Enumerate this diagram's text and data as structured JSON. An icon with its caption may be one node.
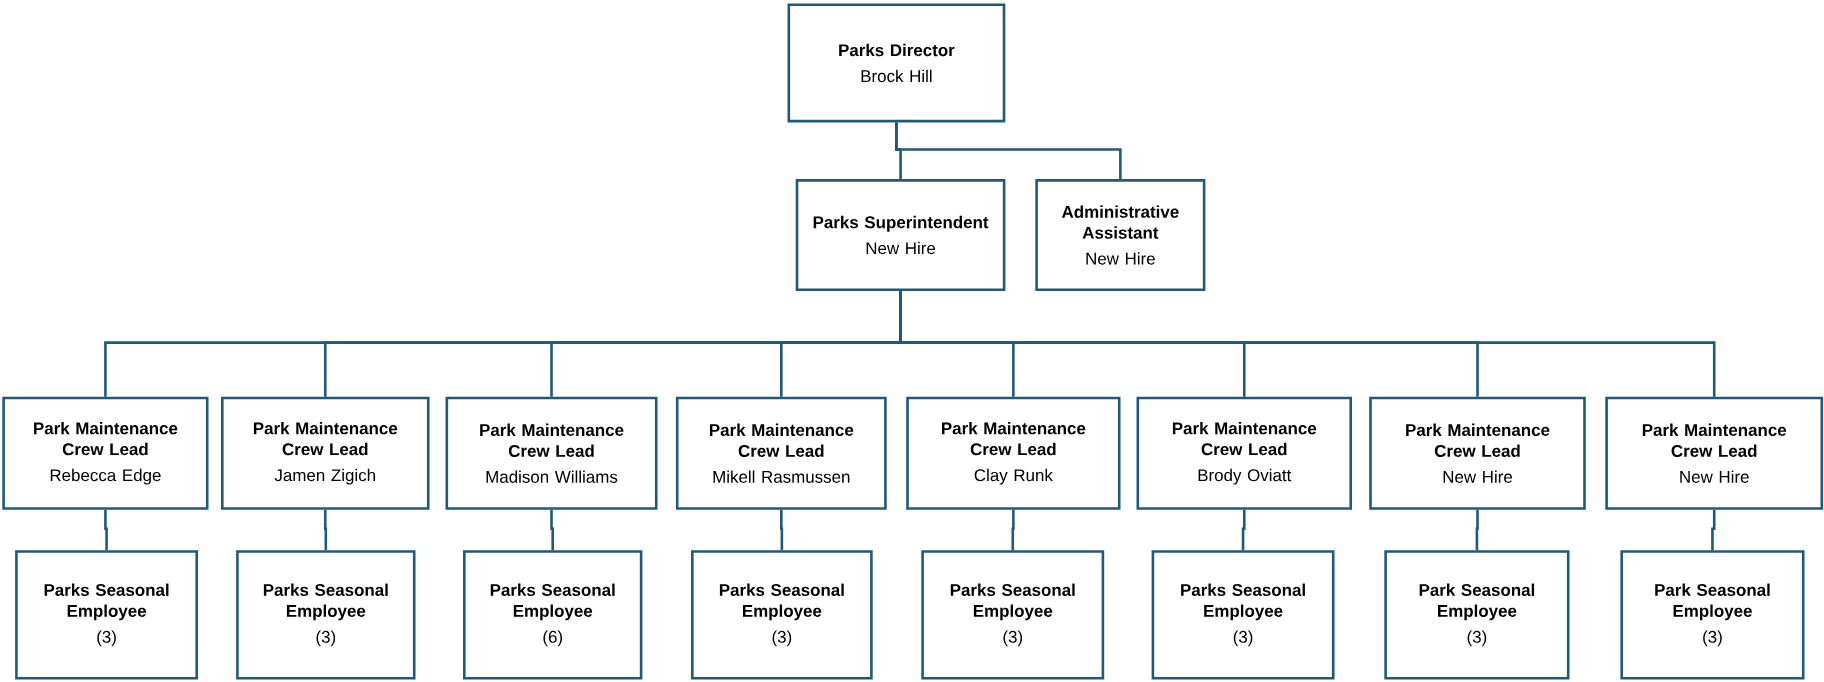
{
  "diagram": {
    "nodes": [
      {
        "text": [
          "Parks Director",
          "Brock Hill"
        ]
      },
      {
        "text": [
          "Parks Superintendent",
          "New Hire"
        ]
      },
      {
        "text": [
          "Administrative Assistant",
          "New Hire"
        ]
      },
      {
        "text": [
          "Park Maintenance Crew Lead",
          "Rebecca Edge"
        ]
      },
      {
        "text": [
          "Park Maintenance Crew Lead",
          "Jamen Zigich"
        ]
      },
      {
        "text": [
          "Park Maintenance Crew Lead",
          "Madison Williams"
        ]
      },
      {
        "text": [
          "Park Maintenance Crew Lead",
          "Mikell Rasmussen"
        ]
      },
      {
        "text": [
          "Park Maintenance Crew Lead",
          "Clay Runk"
        ]
      },
      {
        "text": [
          "Park Maintenance Crew Lead",
          "Brody Oviatt"
        ]
      },
      {
        "text": [
          "Park Maintenance Crew Lead",
          "New Hire"
        ]
      },
      {
        "text": [
          "Park Maintenance Crew Lead",
          "New Hire"
        ]
      },
      {
        "text": [
          "Parks Seasonal Employee",
          "(3)"
        ]
      },
      {
        "text": [
          "Parks Seasonal Employee",
          "(3)"
        ]
      },
      {
        "text": [
          "Parks Seasonal Employee",
          "(6)"
        ]
      },
      {
        "text": [
          "Parks Seasonal Employee",
          "(3)"
        ]
      },
      {
        "text": [
          "Parks Seasonal Employee",
          "(3)"
        ]
      },
      {
        "text": [
          "Parks Seasonal Employee",
          "(3)"
        ]
      },
      {
        "text": [
          "Park Seasonal Employee",
          "(3)"
        ]
      },
      {
        "text": [
          "Park Seasonal Employee",
          "(3)"
        ]
      }
    ],
    "edges": [
      {
        "from": 0,
        "to": 1,
        "arrow": "none"
      },
      {
        "from": 0,
        "to": 2,
        "arrow": "none"
      },
      {
        "from": 1,
        "to": 3,
        "arrow": "none"
      },
      {
        "from": 1,
        "to": 4,
        "arrow": "none"
      },
      {
        "from": 1,
        "to": 5,
        "arrow": "none"
      },
      {
        "from": 1,
        "to": 6,
        "arrow": "none"
      },
      {
        "from": 1,
        "to": 7,
        "arrow": "none"
      },
      {
        "from": 1,
        "to": 8,
        "arrow": "none"
      },
      {
        "from": 1,
        "to": 9,
        "arrow": "none"
      },
      {
        "from": 1,
        "to": 10,
        "arrow": "none"
      },
      {
        "from": 3,
        "to": 11,
        "arrow": "none"
      },
      {
        "from": 4,
        "to": 12,
        "arrow": "none"
      },
      {
        "from": 5,
        "to": 13,
        "arrow": "none"
      },
      {
        "from": 6,
        "to": 14,
        "arrow": "none"
      },
      {
        "from": 7,
        "to": 15,
        "arrow": "none"
      },
      {
        "from": 8,
        "to": 16,
        "arrow": "none"
      },
      {
        "from": 9,
        "to": 17,
        "arrow": "none"
      },
      {
        "from": 10,
        "to": 18,
        "arrow": "none"
      }
    ]
  }
}
